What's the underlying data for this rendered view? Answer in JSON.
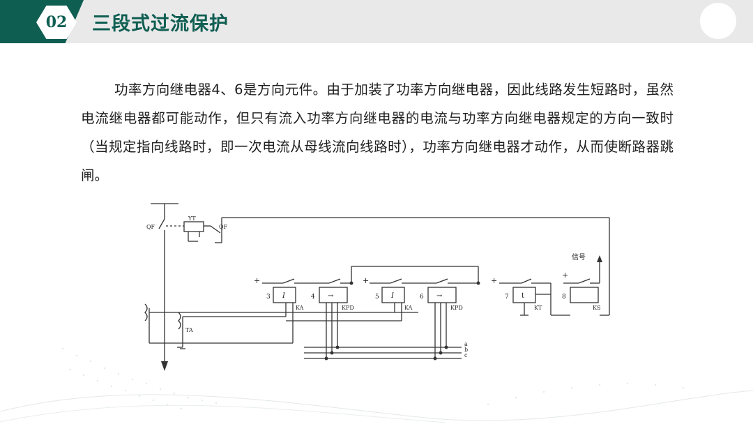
{
  "header": {
    "number": "02",
    "title": "三段式过流保护"
  },
  "body": {
    "paragraph": "功率方向继电器4、6是方向元件。由于加装了功率方向继电器，因此线路发生短路时，虽然电流继电器都可能动作，但只有流入功率方向继电器的电流与功率方向继电器规定的方向一致时（当规定指向线路时，即一次电流从母线流向线路时），功率方向继电器才动作，从而使断路器跳闸。"
  },
  "diagram": {
    "qf_left": "QF",
    "yt": "YT",
    "qf_right": "QF",
    "signal": "信号",
    "ta": "TA",
    "relays": [
      {
        "num": "3",
        "symbol": "I",
        "code": "KA"
      },
      {
        "num": "4",
        "symbol": "→",
        "code": "KPD"
      },
      {
        "num": "5",
        "symbol": "I",
        "code": "KA"
      },
      {
        "num": "6",
        "symbol": "→",
        "code": "KPD"
      },
      {
        "num": "7",
        "symbol": "t",
        "code": "KT"
      },
      {
        "num": "8",
        "symbol": "",
        "code": "KS"
      }
    ],
    "phases": [
      "a",
      "b",
      "c"
    ],
    "plus": "+",
    "minus": "—"
  }
}
